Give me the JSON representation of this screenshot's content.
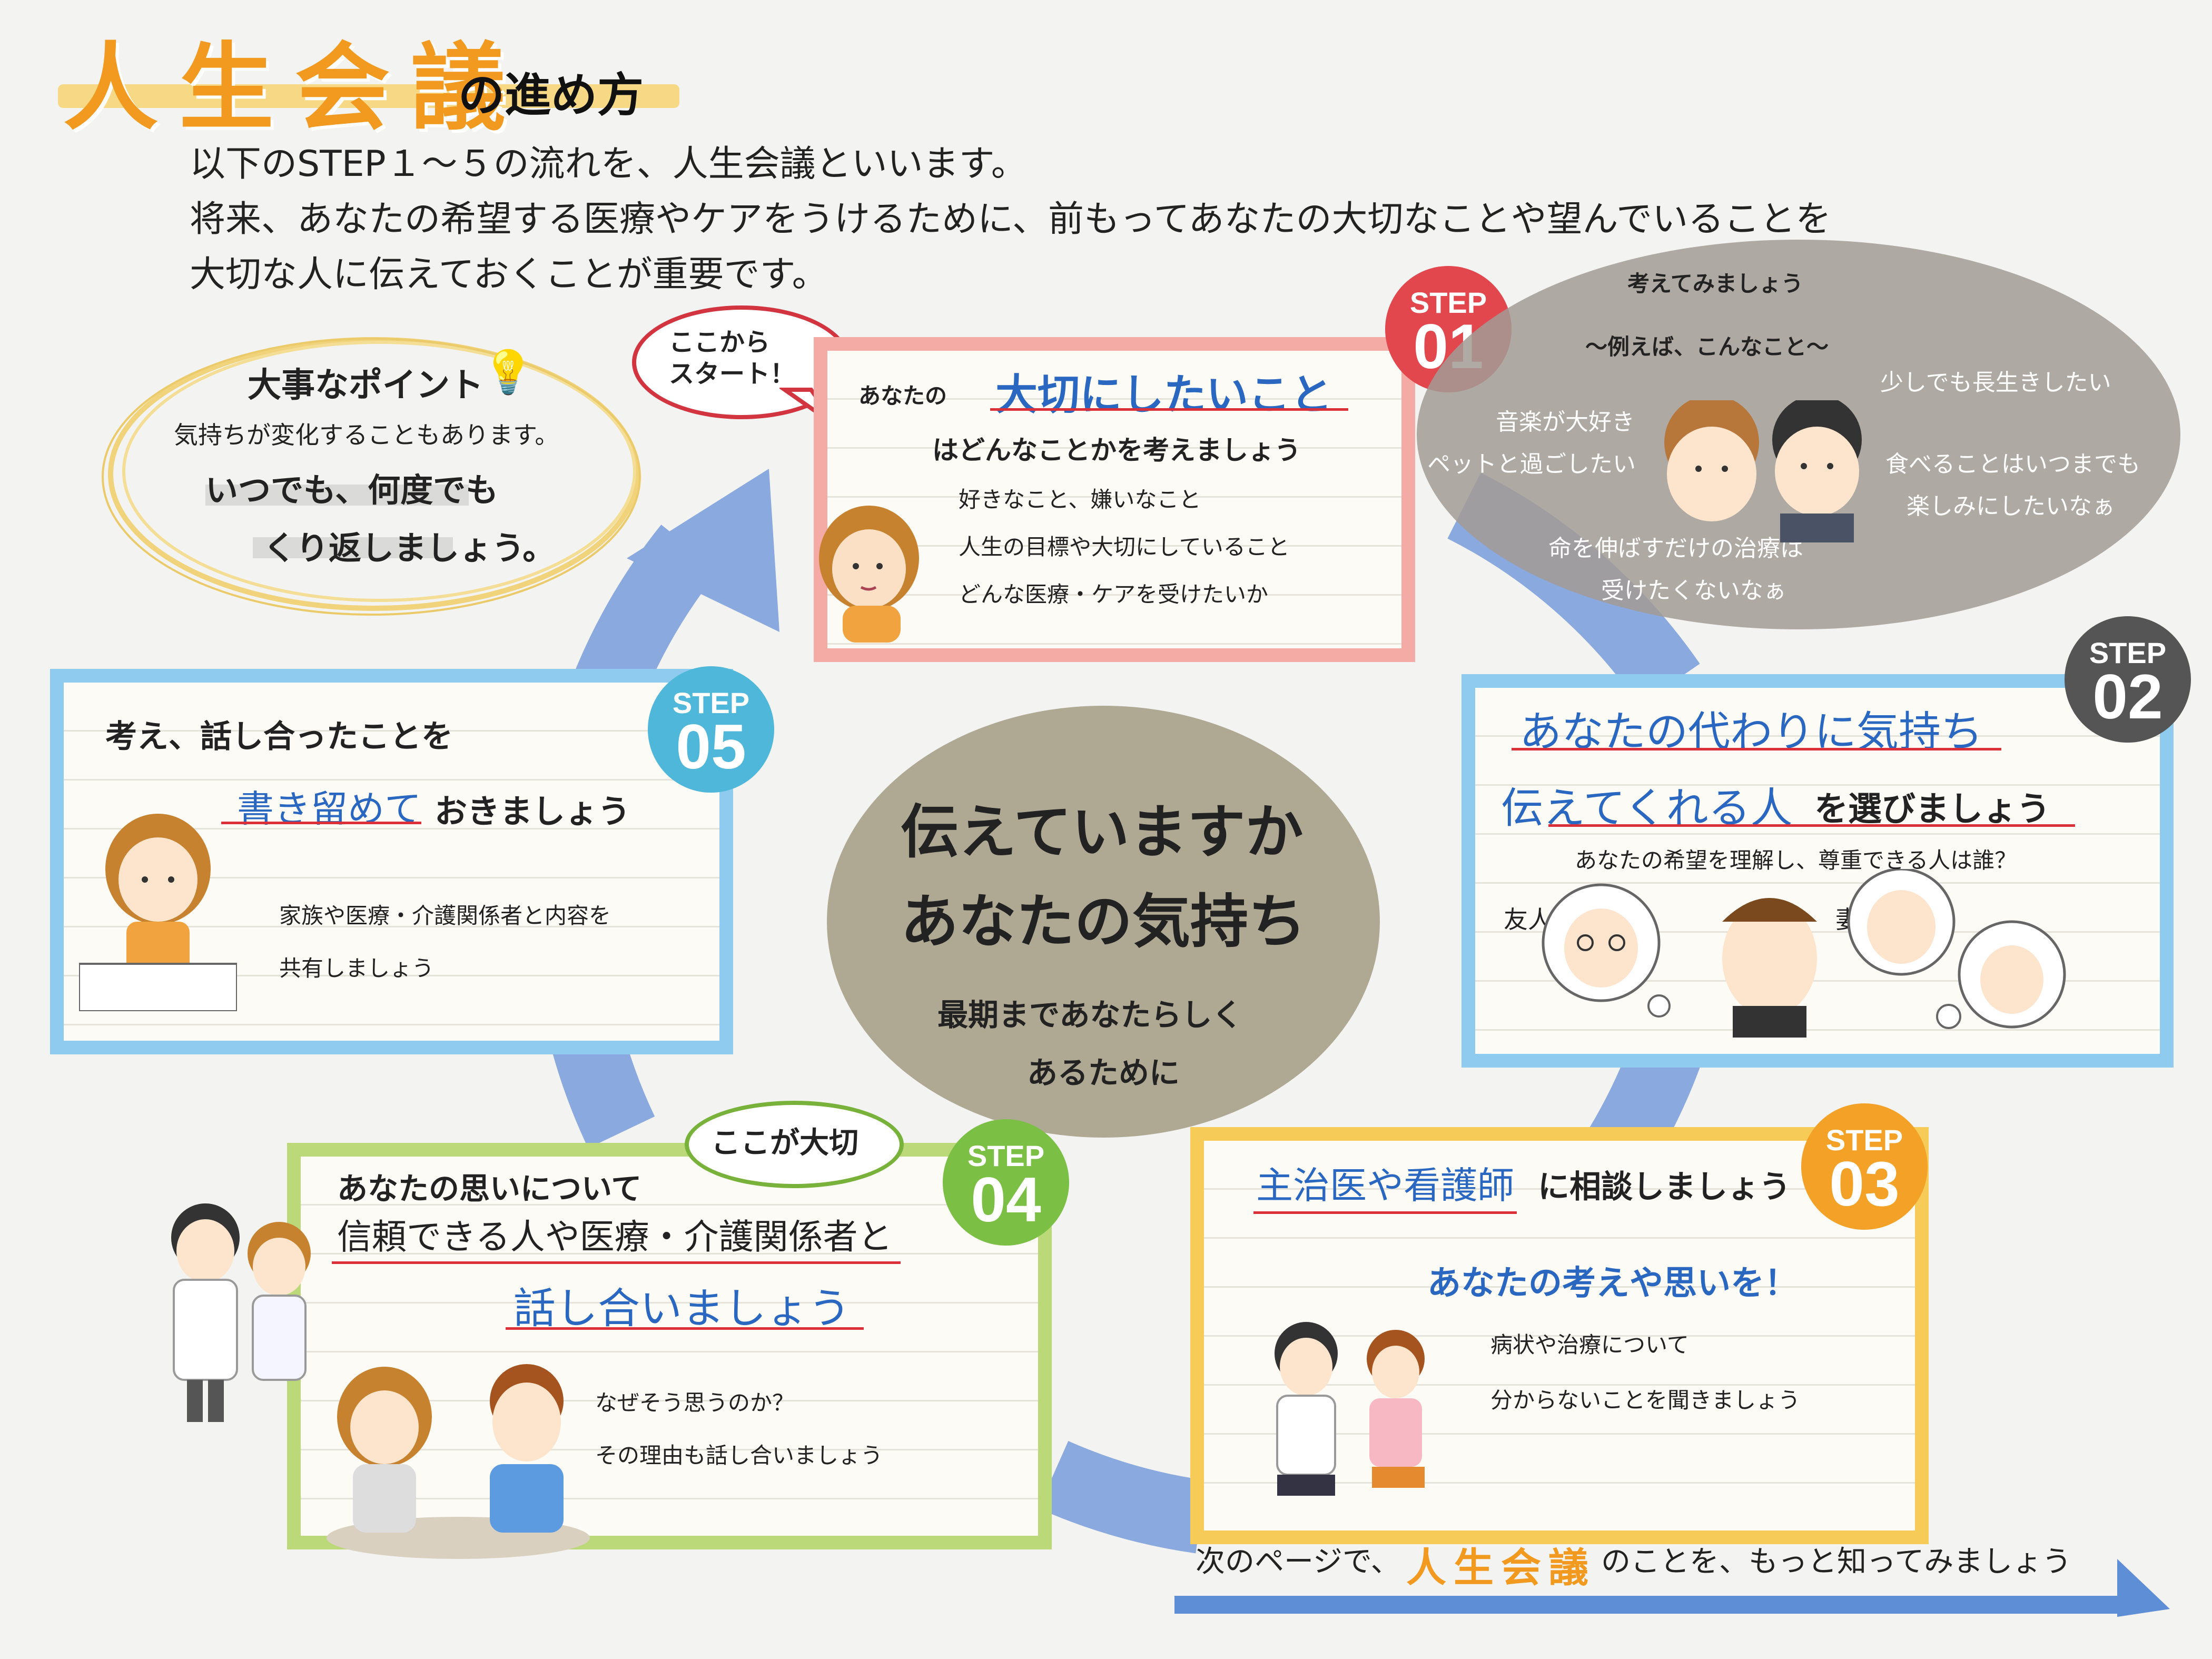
{
  "header": {
    "title_main": "人生会議",
    "title_sub": "の進め方",
    "intro_lines": [
      "以下のSTEP１～５の流れを、人生会議といいます。",
      "将来、あなたの希望する医療やケアをうけるために、前もってあなたの大切なことや望んでいることを",
      "大切な人に伝えておくことが重要です。"
    ]
  },
  "point": {
    "title": "大事なポイント",
    "line1": "気持ちが変化することもあります。",
    "line2": "いつでも、何度でも",
    "line3": "くり返しましょう。"
  },
  "start_bubble": {
    "line1": "ここから",
    "line2": "スタート！"
  },
  "step1": {
    "step_label": "STEP",
    "step_num": "01",
    "lead": "あなたの",
    "highlight": "大切にしたいこと",
    "line2": "はどんなことかを考えましょう",
    "items": [
      "好きなこと、嫌いなこと",
      "人生の目標や大切にしていること",
      "どんな医療・ケアを受けたいか"
    ]
  },
  "think": {
    "title": "考えてみましょう",
    "example": "～例えば、こんなこと～",
    "texts": {
      "a": "少しでも長生きしたい",
      "b": "音楽が大好き",
      "c": "ペットと過ごしたい",
      "d": "食べることはいつまでも",
      "e": "楽しみにしたいなぁ",
      "f": "命を伸ばすだけの治療は",
      "g": "受けたくないなぁ"
    }
  },
  "center": {
    "line1": "伝えていますか",
    "line2": "あなたの気持ち",
    "line3": "最期まであなたらしく",
    "line4": "あるために"
  },
  "step2": {
    "step_label": "STEP",
    "step_num": "02",
    "line1": "あなたの代わりに気持ち",
    "line2_hl": "伝えてくれる人",
    "line2_rest": "を選びましょう",
    "sub": "あなたの希望を理解し、尊重できる人は誰？",
    "friend": "友人",
    "wife": "妻"
  },
  "step3": {
    "step_label": "STEP",
    "step_num": "03",
    "line1_hl": "主治医や看護師",
    "line1_rest": "に相談しましょう",
    "line2": "あなたの考えや思いを！",
    "items": [
      "病状や治療について",
      "分からないことを聞きましょう"
    ]
  },
  "step4": {
    "step_label": "STEP",
    "step_num": "04",
    "bubble": "ここが大切",
    "line1": "あなたの思いについて",
    "line2": "信頼できる人や医療・介護関係者と",
    "line3": "話し合いましょう",
    "items": [
      "なぜそう思うのか？",
      "その理由も話し合いましょう"
    ]
  },
  "step5": {
    "step_label": "STEP",
    "step_num": "05",
    "line1": "考え、話し合ったことを",
    "line2_hl": "書き留めて",
    "line2_rest": "おきましょう",
    "items": [
      "家族や医療・介護関係者と内容を",
      "共有しましょう"
    ]
  },
  "footer": {
    "pre": "次のページで、",
    "hl": "人生会議",
    "post": "のことを、もっと知ってみましょう"
  },
  "colors": {
    "accent_orange": "#f29a1f",
    "pink": "#f4aaa5",
    "blue": "#8ecbee",
    "green": "#bcd97a",
    "yellow": "#f6cb57",
    "red_badge": "#e2474e",
    "grey_badge": "#555555",
    "teal_badge": "#4fb7da",
    "green_badge": "#7bbf45",
    "orange_badge": "#f3a227",
    "flow_arrow": "#7f9fd8"
  }
}
